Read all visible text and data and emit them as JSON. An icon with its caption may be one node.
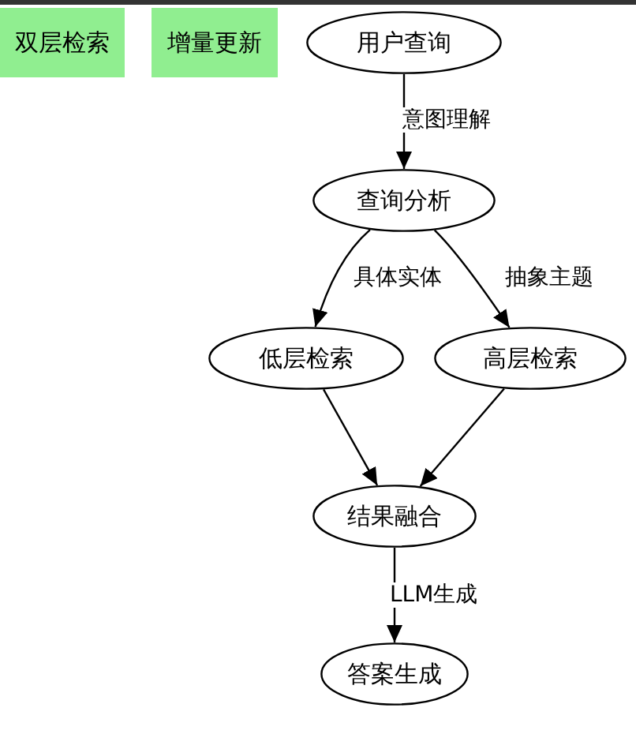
{
  "diagram": {
    "nodes": [
      {
        "text": [
          "双层检索"
        ]
      },
      {
        "text": [
          "增量更新"
        ]
      },
      {
        "text": [
          "用户查询"
        ]
      },
      {
        "text": [
          "查询分析"
        ]
      },
      {
        "text": [
          "低层检索"
        ]
      },
      {
        "text": [
          "高层检索"
        ]
      },
      {
        "text": [
          "结果融合"
        ]
      },
      {
        "text": [
          "答案生成"
        ]
      }
    ],
    "edges": [
      {
        "from": 2,
        "to": 3,
        "arrow": "to",
        "label": "意图理解"
      },
      {
        "from": 3,
        "to": 4,
        "arrow": "to",
        "label": "具体实体"
      },
      {
        "from": 3,
        "to": 5,
        "arrow": "to",
        "label": "抽象主题"
      },
      {
        "from": 4,
        "to": 6,
        "arrow": "to"
      },
      {
        "from": 5,
        "to": 6,
        "arrow": "to"
      },
      {
        "from": 6,
        "to": 7,
        "arrow": "to",
        "label": "LLM生成"
      }
    ]
  }
}
